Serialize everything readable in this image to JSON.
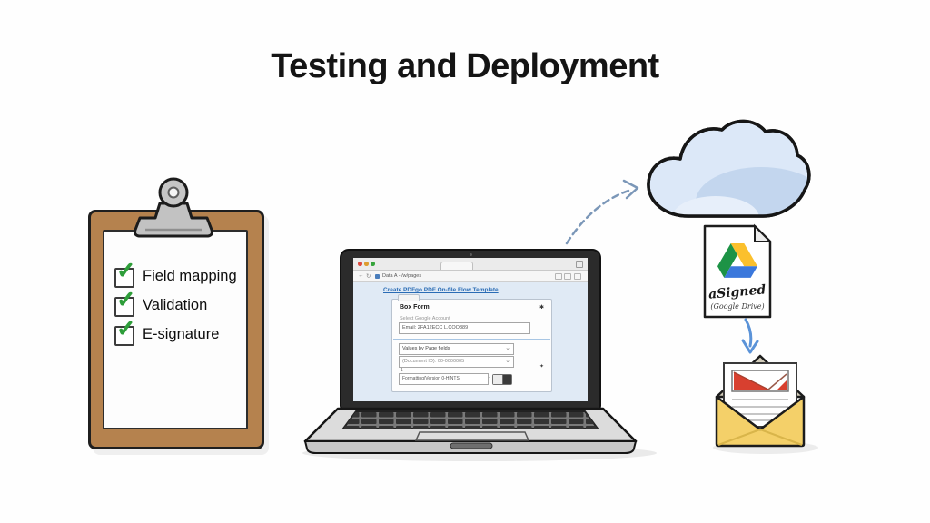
{
  "title": "Testing and Deployment",
  "checklist": {
    "check_glyph": "✓",
    "items": [
      {
        "label": "Field mapping",
        "checked": true
      },
      {
        "label": "Validation",
        "checked": true
      },
      {
        "label": "E-signature",
        "checked": true
      }
    ]
  },
  "browser": {
    "url": "Data A - /w/pages",
    "page_heading": "Create PDFgo PDF On-file Flow Template",
    "back_icon_glyph": "←",
    "reload_icon_glyph": "↻",
    "form": {
      "title": "Box Form",
      "gear_glyph": "✱",
      "account_label": "Select Google Account",
      "account_value": "Email: 2FA12ECC L.COO389",
      "select_page_fields": "Values by Page fields",
      "select_document_id": "(Document ID): 00-0000005",
      "chevron_glyph": "⌄",
      "row_marker": "1",
      "pin_glyph": "✦",
      "version_field": "Formatting/Version 0-HINTS",
      "dash": "-",
      "toggle_state": "on"
    }
  },
  "drive_document": {
    "signature": "aSigned",
    "caption": "(Google Drive)"
  },
  "colors": {
    "check_green": "#2e9e3a",
    "clipboard_brown": "#b5824e",
    "cloud_blue": "#dce8f8",
    "cloud_shade": "#c3d6ee",
    "dashed_arrow_blue": "#7b97b8",
    "down_arrow_blue": "#5b93d8",
    "envelope_yellow": "#f4d069",
    "gmail_red": "#d8402f",
    "drive_green": "#1d9346",
    "drive_yellow": "#fbc02d",
    "drive_blue": "#3b78dc",
    "link_blue": "#2a6cb5"
  }
}
